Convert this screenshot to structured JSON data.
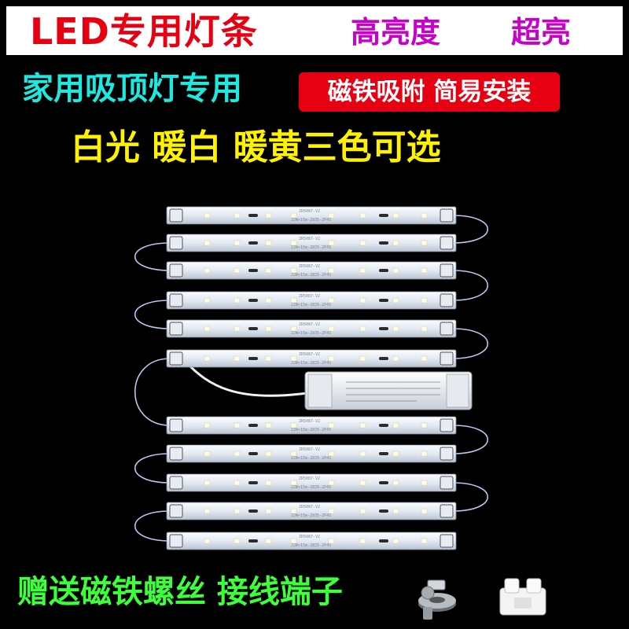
{
  "header": {
    "title": "LED专用灯条",
    "badge_brightness": "高亮度",
    "badge_super": "超亮"
  },
  "subheader": {
    "usage": "家用吸顶灯专用",
    "feature_tag": "磁铁吸附 简易安装"
  },
  "color_options": "白光 暖白 暖黄三色可选",
  "gift_text": "赠送磁铁螺丝 接线端子",
  "strip_labels": {
    "pcb_code": "ZR5087-V2",
    "pcb_spec": "22W×15m-2835-2P4S"
  },
  "strip_count": 11,
  "icons": [
    "magnet-screw-icon",
    "wire-terminal-icon"
  ],
  "colors": {
    "title_red": "#e60012",
    "badge_purple": "#c800c8",
    "cyan": "#1de9e0",
    "yellow": "#fff200",
    "green": "#3dff3a"
  }
}
